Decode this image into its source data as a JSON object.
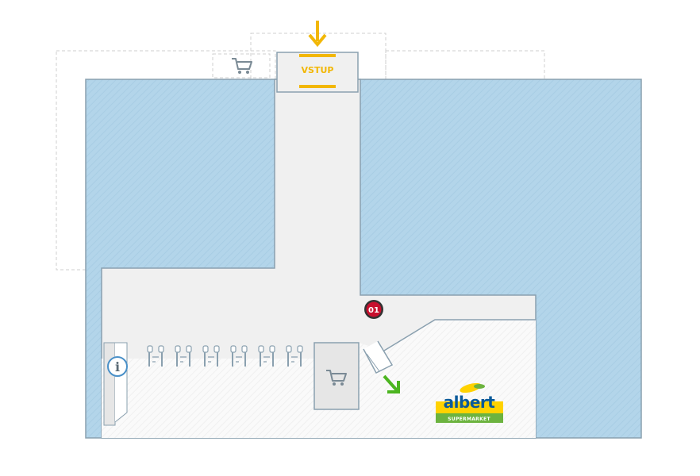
{
  "entrance": {
    "label": "VSTUP"
  },
  "marker": {
    "label": "01"
  },
  "info": {
    "glyph": "i"
  },
  "store": {
    "brand": "albert",
    "subtitle": "SUPERMARKET"
  },
  "icons": {
    "cart": "shopping-cart-icon",
    "info": "info-icon",
    "entrance_arrow": "arrow-down-icon",
    "exit_arrow": "arrow-down-right-icon",
    "turnstile": "turnstile-icon"
  },
  "colors": {
    "floor": "#f0f0f0",
    "water": "#b3d5ea",
    "wall": "#8aa0af",
    "dashed_outline": "#cfcfcf",
    "entrance_accent": "#f2b705",
    "marker_red": "#c8102e",
    "exit_arrow": "#4cb520",
    "brand_blue": "#0a5a9a",
    "brand_yellow": "#ffd200",
    "brand_green": "#6cb33f"
  }
}
